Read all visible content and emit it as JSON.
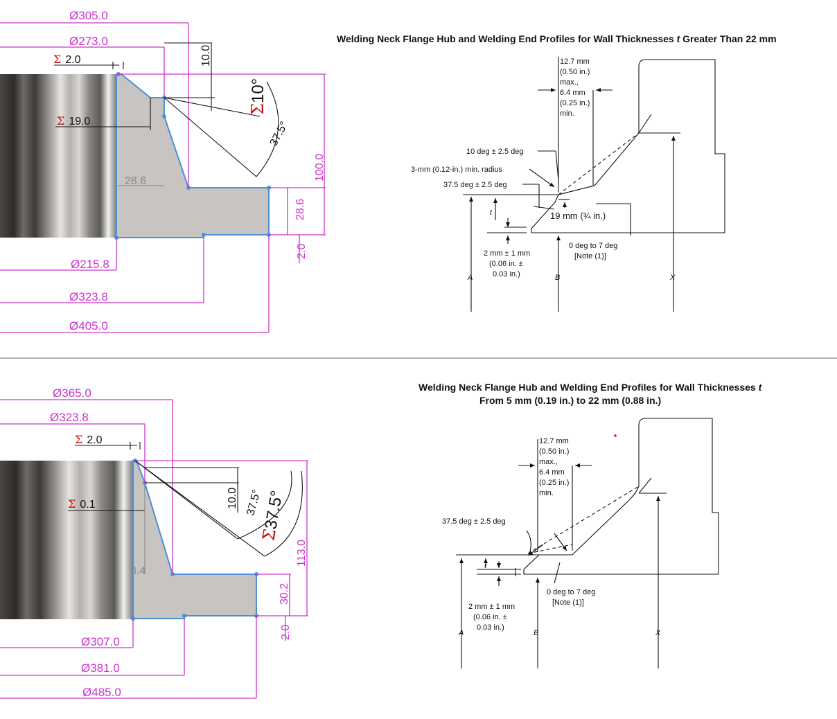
{
  "top": {
    "cad": {
      "dim_d305": "305.0",
      "dim_d273": "273.0",
      "dim_sigma_2": "2.0",
      "dim_10": "10.0",
      "angle_sigma_10": "10°",
      "dim_sigma_19": "19.0",
      "angle_37_5": "37.5°",
      "dim_28_6_gray": "28.6",
      "dim_100": "100.0",
      "dim_28_6": "28.6",
      "dim_2_right": "2.0",
      "dim_d215": "215.8",
      "dim_d323": "323.8",
      "dim_d405": "405.0"
    },
    "ref": {
      "title": "Welding Neck Flange Hub and Welding End Profiles for Wall Thicknesses",
      "title_t": "t",
      "title_rest": "Greater Than 22 mm",
      "note_top": [
        "12.7 mm",
        "(0.50 in.)",
        "max.,",
        "6.4 mm",
        "(0.25 in.)",
        "min."
      ],
      "label_10deg": "10 deg ± 2.5 deg",
      "label_radius": "3-mm (0.12-in.) min. radius",
      "label_375deg": "37.5 deg ± 2.5 deg",
      "label_t": "t",
      "label_19mm": "19 mm (¾ in.)",
      "label_2mm": [
        "2 mm ± 1 mm",
        "(0.06 in. ±",
        "0.03 in.)"
      ],
      "label_0to7": [
        "0 deg to 7 deg",
        "[Note (1)]"
      ],
      "letter_a": "A",
      "letter_b": "B",
      "letter_x": "X"
    }
  },
  "bottom": {
    "cad": {
      "dim_d365": "365.0",
      "dim_d323": "323.8",
      "dim_sigma_2": "2.0",
      "dim_sigma_01": "0.1",
      "dim_10": "10.0",
      "angle_37_5_small": "37.5°",
      "angle_sigma_37_5": "37.5°",
      "dim_8_4_gray": "8.4",
      "dim_113": "113.0",
      "dim_30_2": "30.2",
      "dim_2_right": "2.0",
      "dim_d307": "307.0",
      "dim_d381": "381.0",
      "dim_d485": "485.0"
    },
    "ref": {
      "title_line1": "Welding Neck Flange Hub and Welding End Profiles for Wall Thicknesses",
      "title_t": "t",
      "title_line2": "From 5 mm (0.19 in.) to 22 mm (0.88 in.)",
      "note_top": [
        "12.7 mm",
        "(0.50 in.)",
        "max.,",
        "6.4 mm",
        "(0.25 in.)",
        "min."
      ],
      "label_375deg": "37.5 deg ± 2.5 deg",
      "label_t": "t",
      "label_2mm": [
        "2 mm ± 1 mm",
        "(0.06 in. ±",
        "0.03 in.)"
      ],
      "label_0to7": [
        "0 deg to 7 deg",
        "[Note (1)]"
      ],
      "letter_a": "A",
      "letter_b": "B",
      "letter_x": "X"
    }
  },
  "symbols": {
    "diameter": "Ø",
    "sigma": "Σ"
  },
  "colors": {
    "dimension": "#cc33cc",
    "outline": "#4a90d9",
    "section_fill": "#c8c4c2",
    "sigma": "#cc1111"
  }
}
